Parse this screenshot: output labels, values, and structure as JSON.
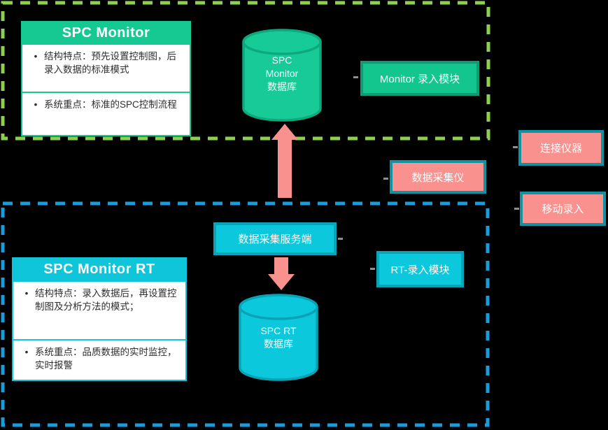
{
  "background": "#000000",
  "frames": {
    "top_frame_color": "#8FCF4E",
    "bottom_frame_color": "#189CDB",
    "style": "dashed"
  },
  "top_section": {
    "card": {
      "title": "SPC Monitor",
      "header_color": "#15CA92",
      "bullets": [
        "结构特点：预先设置控制图，后录入数据的标准模式",
        "系统重点：标准的SPC控制流程"
      ]
    },
    "database": {
      "lines": [
        "SPC",
        "Monitor",
        "数据库"
      ],
      "fill": "#16CB95",
      "stroke": "#0FA87C"
    },
    "module": {
      "label": "Monitor 录入模块",
      "fill": "#12C68E"
    }
  },
  "middle": {
    "collector": {
      "label": "数据采集仪",
      "fill": "#F9928F"
    }
  },
  "bottom_section": {
    "card": {
      "title": "SPC Monitor RT",
      "header_color": "#0FC5DA",
      "bullets": [
        "结构特点：录入数据后，再设置控制图及分析方法的模式；",
        "系统重点：品质数据的实时监控，实时报警"
      ]
    },
    "server": {
      "label": "数据采集服务端",
      "fill": "#0CC8DD"
    },
    "module": {
      "label": "RT-录入模块",
      "fill": "#0CC8DD"
    },
    "database": {
      "lines": [
        "SPC RT",
        "数据库"
      ],
      "fill": "#0CC8DD",
      "stroke": "#0AA3B5"
    }
  },
  "right_column": {
    "connect_device": {
      "label": "连接仪器",
      "fill": "#F9928F"
    },
    "mobile_entry": {
      "label": "移动录入",
      "fill": "#F9928F"
    }
  },
  "arrows": {
    "color": "#F9928F"
  }
}
